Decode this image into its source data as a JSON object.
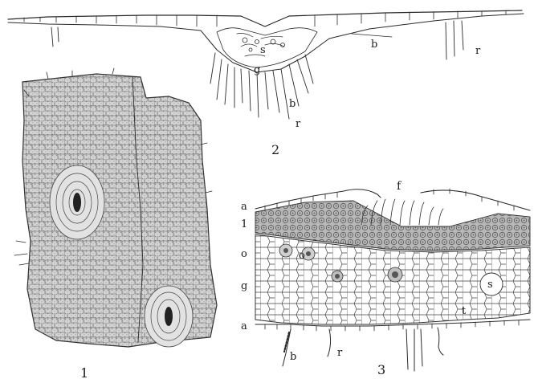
{
  "plate": {
    "colors": {
      "ink": "#2a2a2a",
      "paper": "#ffffff",
      "tissue": "#c9c9c9",
      "tissue_dark": "#9a9a9a"
    },
    "figure_numbers": {
      "fig1": "1",
      "fig2": "2",
      "fig3": "3"
    },
    "fig2_labels": {
      "s": "s",
      "g": "g",
      "b_right": "b",
      "b_lower": "b",
      "r_right": "r",
      "r_lower": "r"
    },
    "fig3_labels": {
      "a_top": "a",
      "l": "1",
      "o_left": "o",
      "o_inner": "o",
      "g": "g",
      "a_bottom": "a",
      "f": "f",
      "s": "s",
      "t": "t",
      "b": "b",
      "r": "r"
    }
  }
}
